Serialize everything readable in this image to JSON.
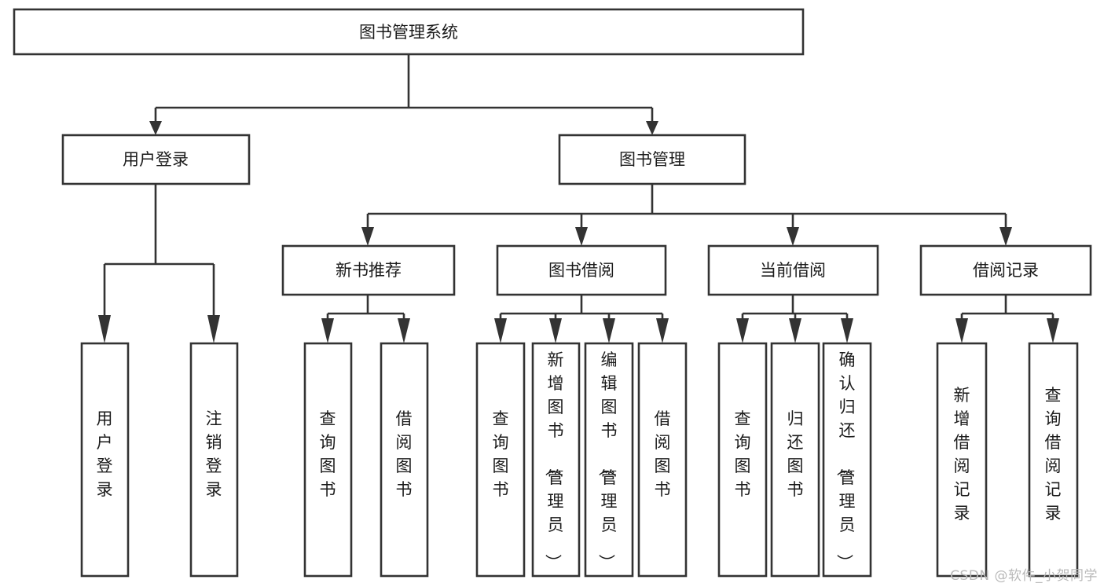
{
  "diagram": {
    "title": "图书管理系统",
    "type": "tree-hierarchy-diagram",
    "watermark": "CSDN @软件_小贺同学",
    "colors": {
      "box_stroke": "#333333",
      "box_fill": "#ffffff",
      "text": "#1b1b1b",
      "background": "#ffffff",
      "watermark_text": "#b9b9b9"
    },
    "root": {
      "id": "root",
      "label": "图书管理系统",
      "orientation": "horizontal"
    },
    "level1": [
      {
        "id": "user-login",
        "label": "用户登录",
        "orientation": "horizontal"
      },
      {
        "id": "book-manage",
        "label": "图书管理",
        "orientation": "horizontal"
      }
    ],
    "level2": [
      {
        "id": "new-book-rec",
        "label": "新书推荐",
        "orientation": "horizontal",
        "parent": "book-manage"
      },
      {
        "id": "book-borrow",
        "label": "图书借阅",
        "orientation": "horizontal",
        "parent": "book-manage"
      },
      {
        "id": "current-borrow",
        "label": "当前借阅",
        "orientation": "horizontal",
        "parent": "book-manage"
      },
      {
        "id": "borrow-record",
        "label": "借阅记录",
        "orientation": "horizontal",
        "parent": "book-manage"
      }
    ],
    "leaves": [
      {
        "id": "leaf-user-login",
        "label": "用户登录",
        "orientation": "vertical",
        "parent": "user-login"
      },
      {
        "id": "leaf-logout",
        "label": "注销登录",
        "orientation": "vertical",
        "parent": "user-login"
      },
      {
        "id": "leaf-query-book-1",
        "label": "查询图书",
        "orientation": "vertical",
        "parent": "new-book-rec"
      },
      {
        "id": "leaf-borrow-book-1",
        "label": "借阅图书",
        "orientation": "vertical",
        "parent": "new-book-rec"
      },
      {
        "id": "leaf-query-book-2",
        "label": "查询图书",
        "orientation": "vertical",
        "parent": "book-borrow"
      },
      {
        "id": "leaf-add-book",
        "label": "新增图书（管理员）",
        "orientation": "vertical",
        "parent": "book-borrow"
      },
      {
        "id": "leaf-edit-book",
        "label": "编辑图书（管理员）",
        "orientation": "vertical",
        "parent": "book-borrow"
      },
      {
        "id": "leaf-borrow-book-2",
        "label": "借阅图书",
        "orientation": "vertical",
        "parent": "book-borrow"
      },
      {
        "id": "leaf-query-book-3",
        "label": "查询图书",
        "orientation": "vertical",
        "parent": "current-borrow"
      },
      {
        "id": "leaf-return-book",
        "label": "归还图书",
        "orientation": "vertical",
        "parent": "current-borrow"
      },
      {
        "id": "leaf-confirm-return",
        "label": "确认归还（管理员）",
        "orientation": "vertical",
        "parent": "current-borrow"
      },
      {
        "id": "leaf-add-record",
        "label": "新增借阅记录",
        "orientation": "vertical",
        "parent": "borrow-record"
      },
      {
        "id": "leaf-query-record",
        "label": "查询借阅记录",
        "orientation": "vertical",
        "parent": "borrow-record"
      }
    ]
  }
}
